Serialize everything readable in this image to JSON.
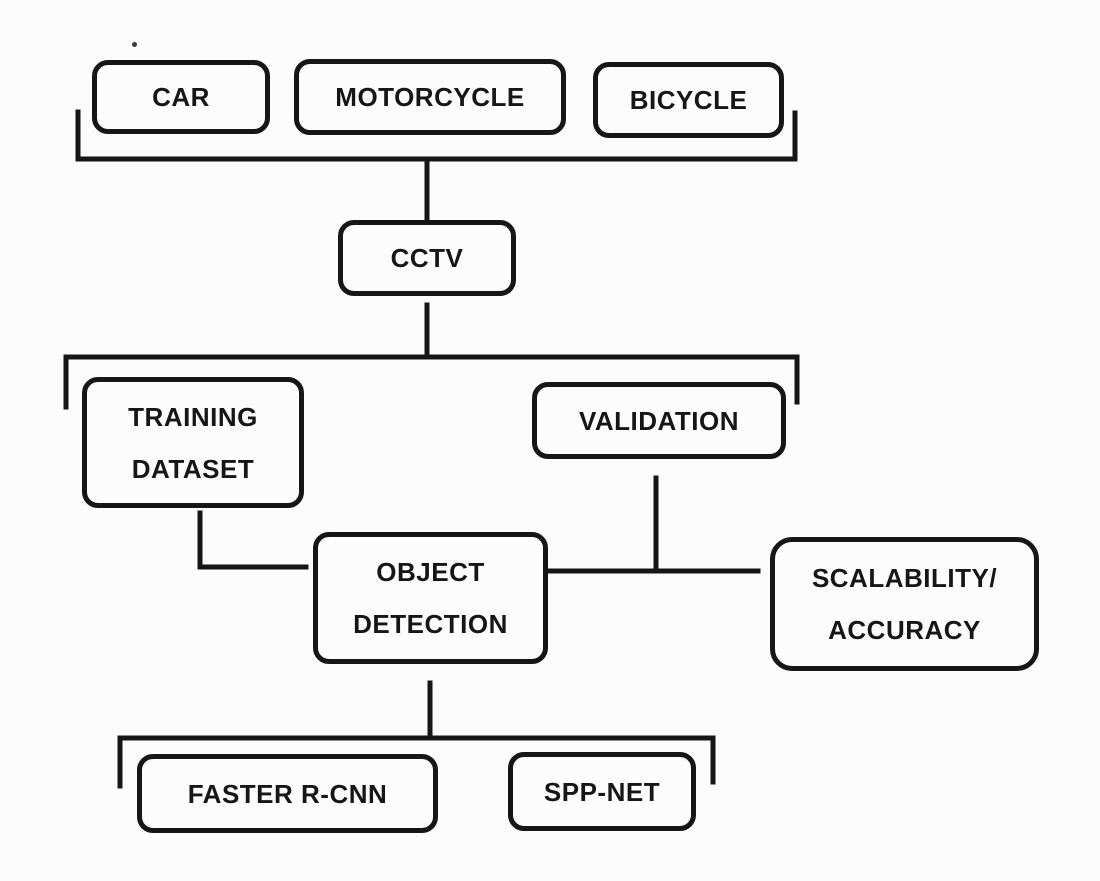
{
  "diagram": {
    "background_color": "#fcfcfc",
    "stroke_color": "#161616",
    "nodes": {
      "car": {
        "label": "CAR"
      },
      "motorcycle": {
        "label": "MOTORCYCLE"
      },
      "bicycle": {
        "label": "BICYCLE"
      },
      "cctv": {
        "label": "CCTV"
      },
      "training_dataset": {
        "line1": "TRAINING",
        "line2": "DATASET"
      },
      "validation": {
        "label": "VALIDATION"
      },
      "object_detection": {
        "line1": "OBJECT",
        "line2": "DETECTION"
      },
      "scalability_accuracy": {
        "line1": "SCALABILITY/",
        "line2": "ACCURACY"
      },
      "faster_rcnn": {
        "label": "FASTER R-CNN"
      },
      "spp_net": {
        "label": "SPP-NET"
      }
    },
    "edges": [
      "CAR/MOTORCYCLE/BICYCLE -> CCTV",
      "CCTV -> TRAINING DATASET / VALIDATION",
      "TRAINING DATASET -> OBJECT DETECTION",
      "VALIDATION -> OBJECT DETECTION / SCALABILITY-ACCURACY",
      "OBJECT DETECTION -> SCALABILITY/ACCURACY",
      "OBJECT DETECTION -> FASTER R-CNN / SPP-NET"
    ]
  }
}
